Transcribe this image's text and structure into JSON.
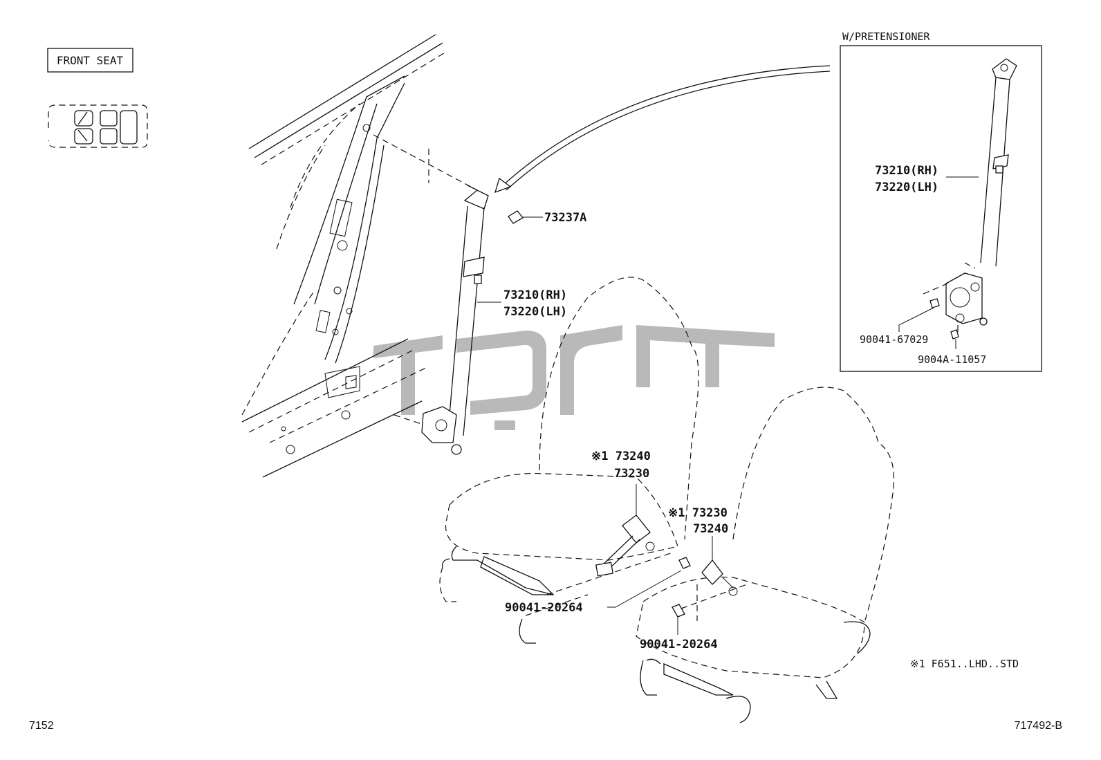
{
  "title_box": "FRONT SEAT",
  "inset": {
    "title": "W/PRETENSIONER",
    "labels": {
      "belt_rh": "73210(RH)",
      "belt_lh": "73220(LH)",
      "bolt_1": "90041-67029",
      "bolt_2": "9004A-11057"
    }
  },
  "labels": {
    "cover": "73237A",
    "belt_rh": "73210(RH)",
    "belt_lh": "73220(LH)",
    "buckle_left_1": "※1 73240",
    "buckle_left_2": "73230",
    "buckle_right_1": "※1 73230",
    "buckle_right_2": "73240",
    "bolt_left": "90041-20264",
    "bolt_right": "90041-20264"
  },
  "footnote": "※1 F651..LHD..STD",
  "page_number": "7152",
  "diagram_code": "717492-B"
}
